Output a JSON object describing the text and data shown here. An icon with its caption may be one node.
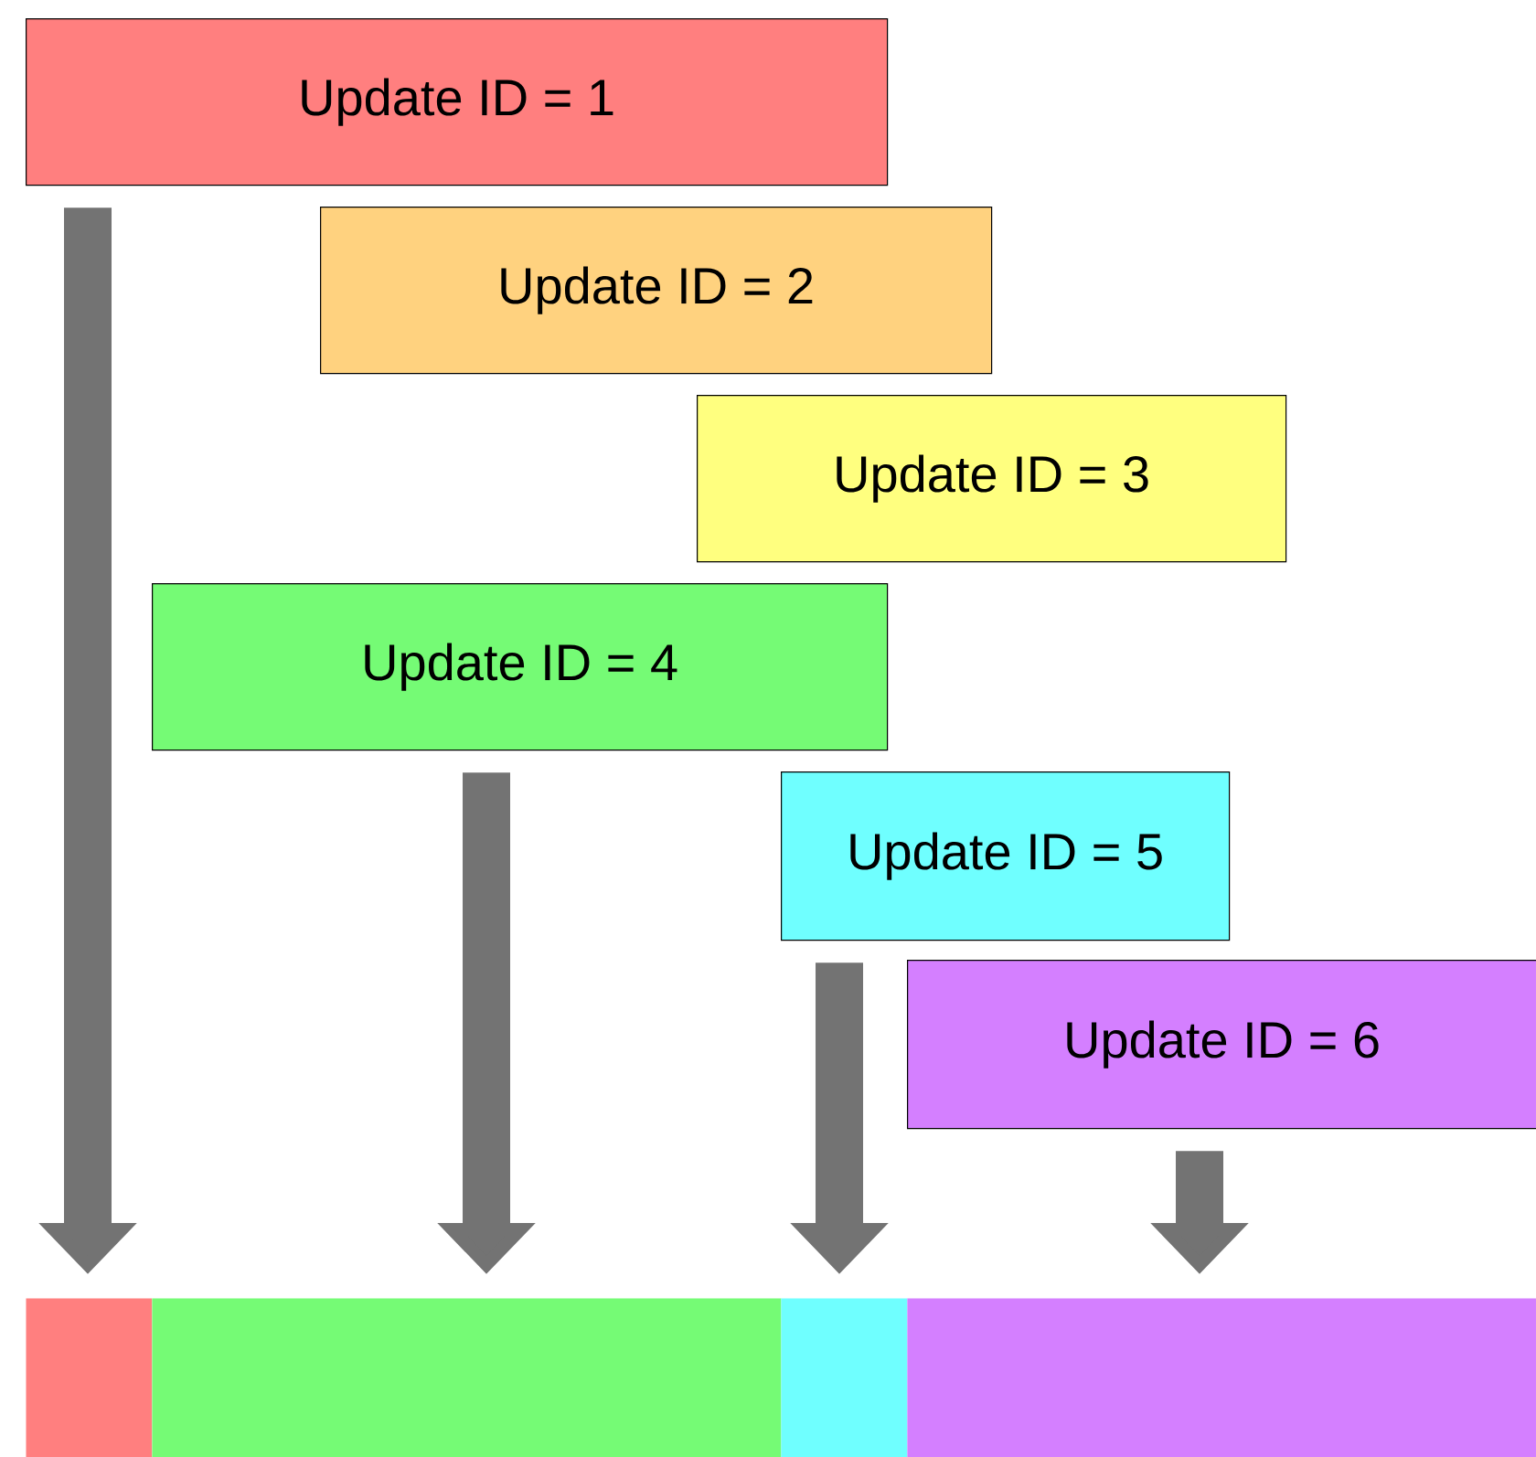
{
  "diagram": {
    "nodes": [
      {
        "text": [
          "Update ID = 1"
        ]
      },
      {
        "text": [
          "Update ID = 2"
        ]
      },
      {
        "text": [
          "Update ID = 3"
        ]
      },
      {
        "text": [
          "Update ID = 4"
        ]
      },
      {
        "text": [
          "Update ID = 5"
        ]
      },
      {
        "text": [
          "Update ID = 6"
        ]
      },
      {
        "text": [],
        "shape": "box"
      },
      {
        "text": [],
        "shape": "box"
      },
      {
        "text": [],
        "shape": "box"
      },
      {
        "text": [],
        "shape": "box"
      }
    ],
    "edges": [
      {
        "from": 0,
        "to": 6,
        "arrow": "to"
      },
      {
        "from": 3,
        "to": 7,
        "arrow": "to"
      },
      {
        "from": 4,
        "to": 8,
        "arrow": "to"
      },
      {
        "from": 5,
        "to": 9,
        "arrow": "to"
      }
    ]
  }
}
